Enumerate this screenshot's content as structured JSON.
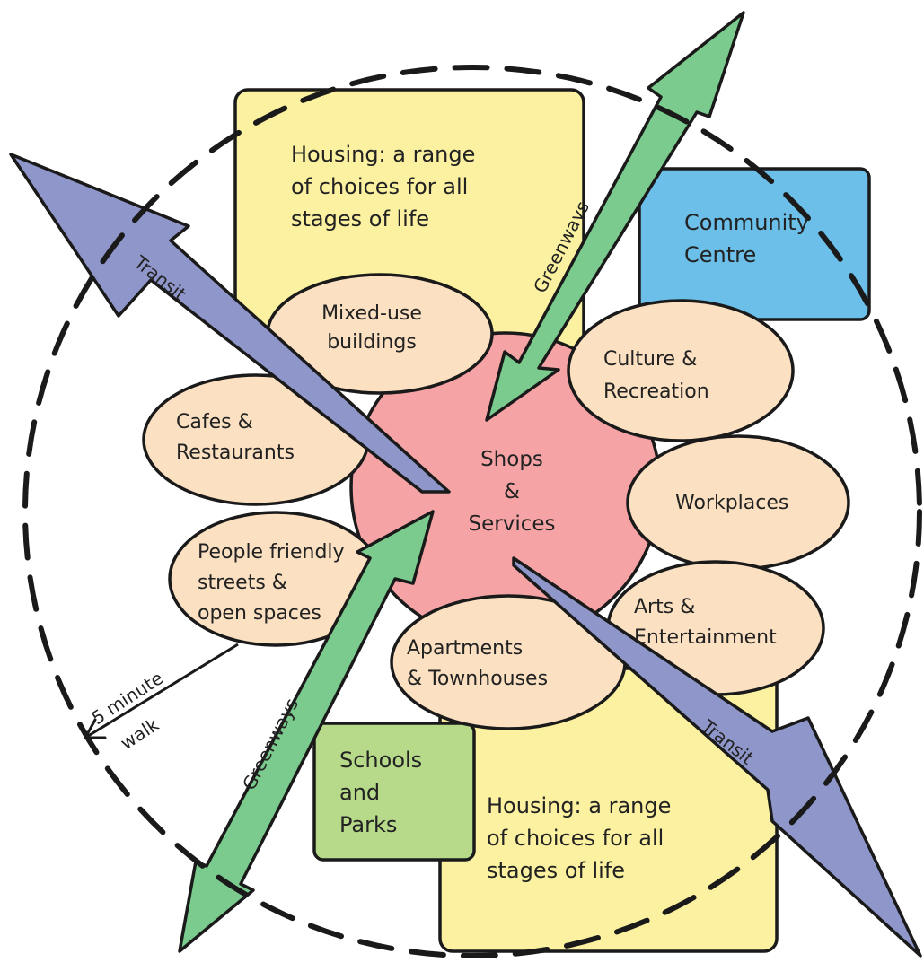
{
  "colors": {
    "housing": "#fbf1a0",
    "community": "#6bbfe8",
    "schools": "#b7d98a",
    "oval": "#fbe0c2",
    "hub": "#f5a3a5",
    "transit": "#8f96c9",
    "greenway": "#7ccb8e",
    "outline": "#1a1a1a"
  },
  "housing_top": {
    "lines": [
      "Housing: a range",
      "of choices for all",
      "stages of life"
    ]
  },
  "housing_bottom": {
    "lines": [
      "Housing: a range",
      "of choices for all",
      "stages of life"
    ]
  },
  "community_centre": {
    "lines": [
      "Community",
      "Centre"
    ]
  },
  "schools_parks": {
    "lines": [
      "Schools",
      "and",
      "Parks"
    ]
  },
  "hub": {
    "lines": [
      "Shops",
      "&",
      "Services"
    ]
  },
  "ovals": {
    "mixed_use": {
      "lines": [
        "Mixed-use",
        "buildings"
      ]
    },
    "cafes": {
      "lines": [
        "Cafes &",
        "Restaurants"
      ]
    },
    "streets": {
      "lines": [
        "People friendly",
        "streets &",
        "open spaces"
      ]
    },
    "culture": {
      "lines": [
        "Culture &",
        "Recreation"
      ]
    },
    "workplaces": {
      "lines": [
        "Workplaces"
      ]
    },
    "arts": {
      "lines": [
        "Arts &",
        "Entertainment"
      ]
    },
    "apartments": {
      "lines": [
        "Apartments",
        "& Townhouses"
      ]
    }
  },
  "arrows": {
    "transit_nw": "Transit",
    "transit_se": "Transit",
    "greenway_ne": "Greenways",
    "greenway_sw": "Greenways"
  },
  "walk": {
    "lines": [
      "5 minute",
      "walk"
    ]
  }
}
